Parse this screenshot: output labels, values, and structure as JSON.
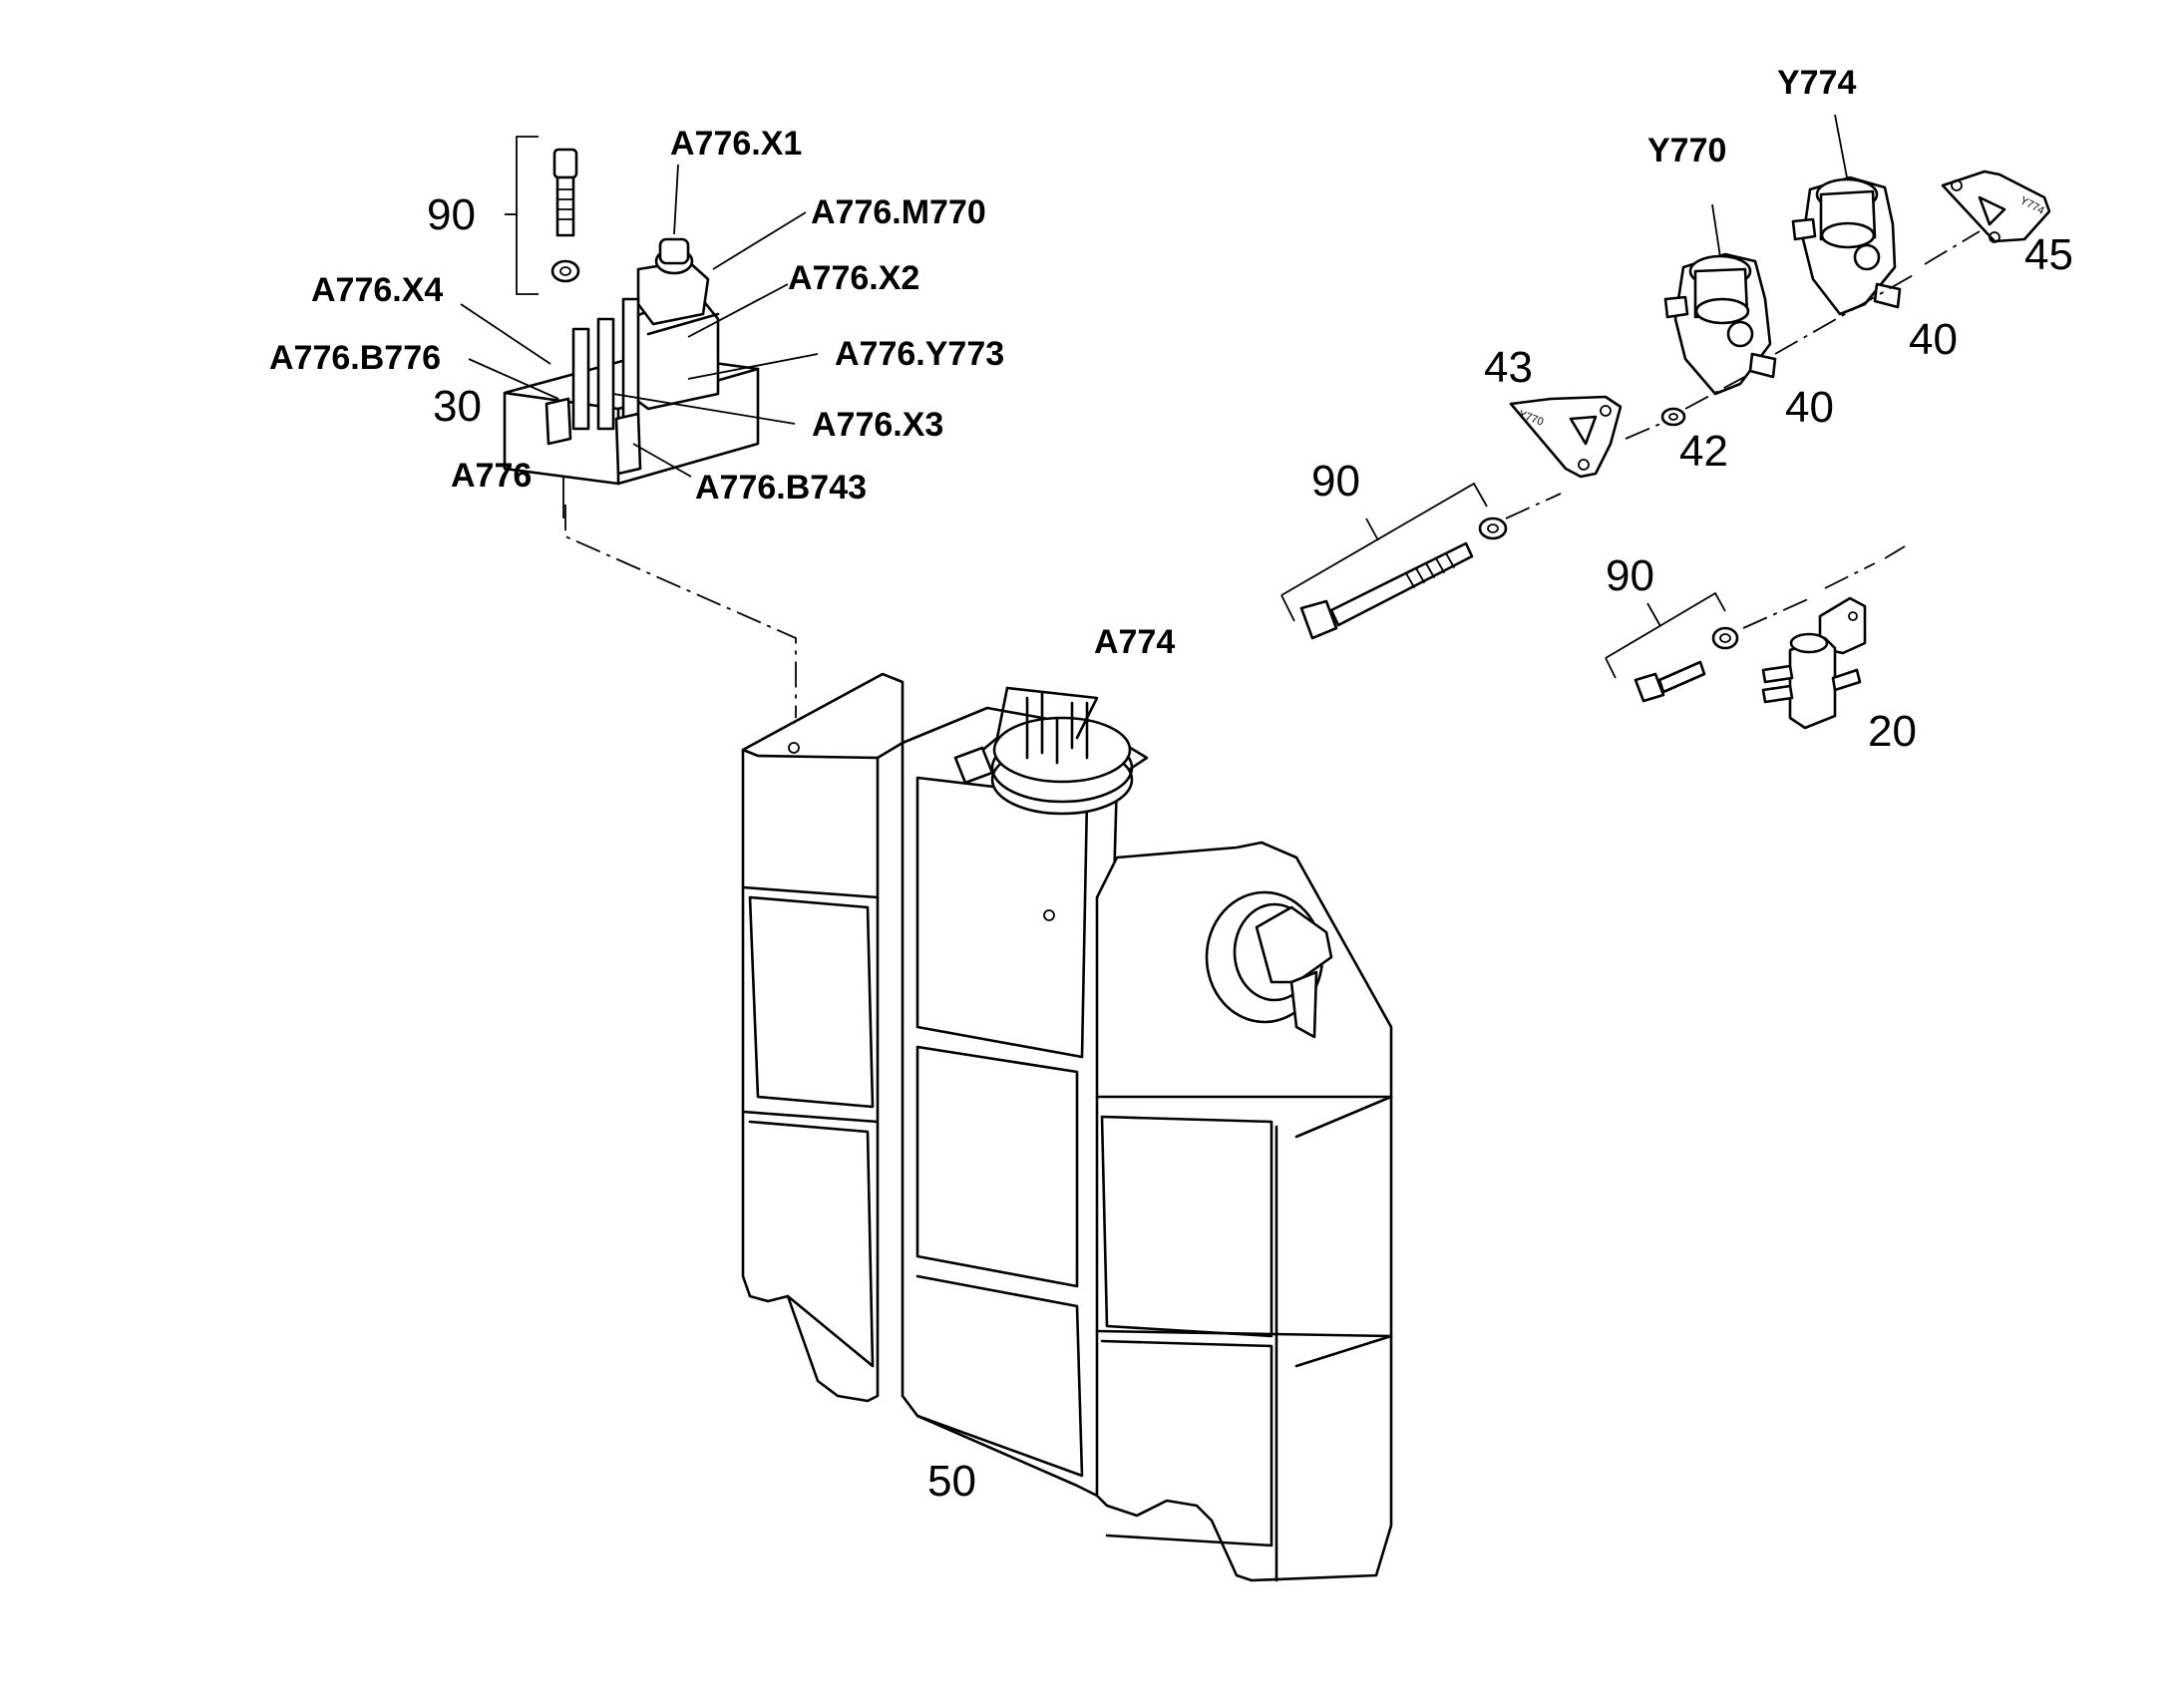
{
  "labels": {
    "a776_x1": "A776.X1",
    "a776_m770": "A776.M770",
    "a776_x2": "A776.X2",
    "a776_x4": "A776.X4",
    "a776_b776": "A776.B776",
    "a776_y773": "A776.Y773",
    "a776_x3": "A776.X3",
    "a776": "A776",
    "a776_b743": "A776.B743",
    "y770": "Y770",
    "y774": "Y774",
    "a774": "A774"
  },
  "numbers": {
    "n90_top": "90",
    "n30": "30",
    "n43": "43",
    "n42": "42",
    "n40_lower": "40",
    "n40_upper": "40",
    "n45": "45",
    "n90_mid": "90",
    "n90_low": "90",
    "n20": "20",
    "n50": "50"
  },
  "stamps": {
    "bracket_43": "Y770",
    "bracket_45": "Y774"
  }
}
